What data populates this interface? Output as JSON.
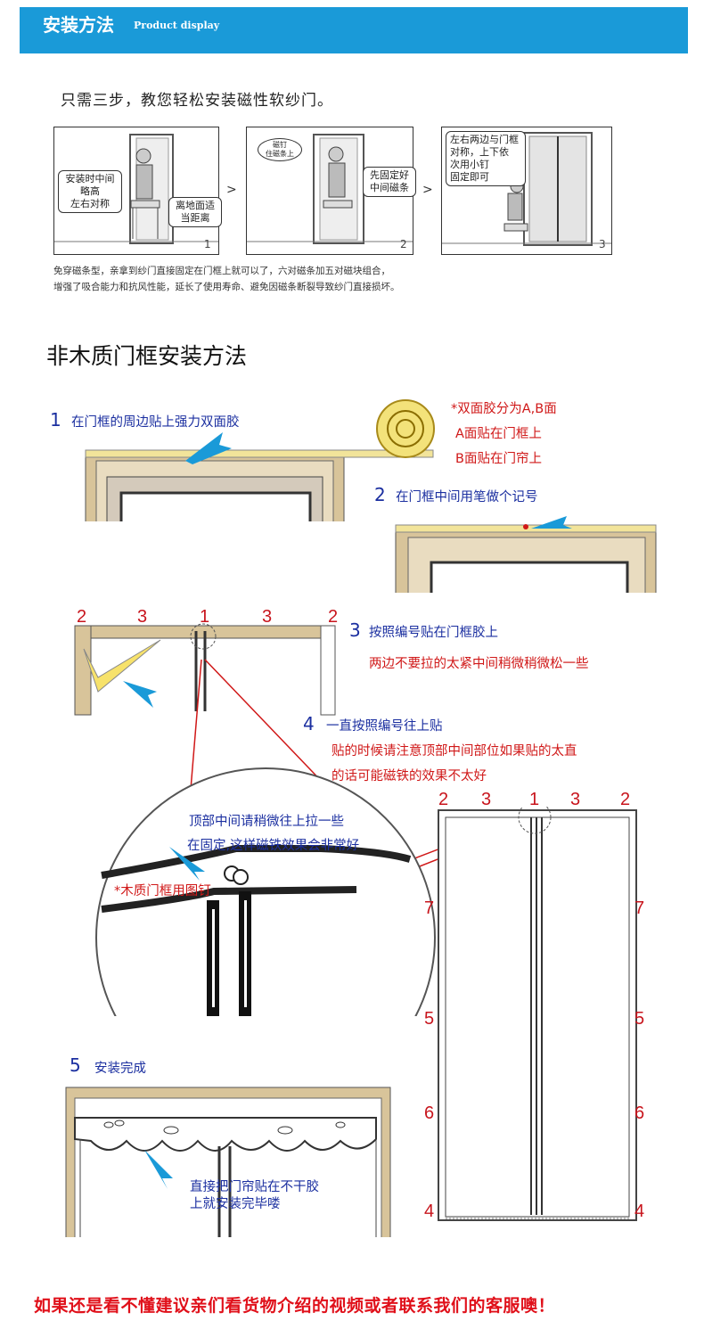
{
  "header": {
    "title": "安装方法",
    "subtitle": "Product display"
  },
  "intro": "只需三步，教您轻松安装磁性软纱门。",
  "panels": [
    {
      "bubbles": [
        "安装时中间\n略高\n左右对称",
        "离地面适\n当距离"
      ],
      "number": "1"
    },
    {
      "bubbles": [
        "先固定好\n中间磁条"
      ],
      "sign": "磁钉\n住磁条上",
      "number": "2"
    },
    {
      "bubbles": [
        "左右两边与门框\n对称，上下依\n次用小钉\n固定即可"
      ],
      "number": "3"
    }
  ],
  "arrow_glyph": ">",
  "note": {
    "line1": "免穿磁条型，亲拿到纱门直接固定在门框上就可以了，六对磁条加五对磁块组合，",
    "line2": "增强了吸合能力和抗风性能，延长了使用寿命、避免因磁条断裂导致纱门直接损坏。"
  },
  "section_title": "非木质门框安装方法",
  "step1": {
    "num": "1",
    "text": "在门框的周边贴上强力双面胶"
  },
  "tape_note": [
    "*双面胶分为A,B面",
    "A面贴在门框上",
    "B面贴在门帘上"
  ],
  "step2": {
    "num": "2",
    "text": "在门框中间用笔做个记号"
  },
  "step3": {
    "num": "3",
    "text": "按照编号贴在门框胶上",
    "red": "两边不要拉的太紧中间稍微稍微松一些"
  },
  "step4": {
    "num": "4",
    "text": "一直按照编号往上贴",
    "red1": "贴的时候请注意顶部中间部位如果贴的太直",
    "red2": "的话可能磁铁的效果不太好"
  },
  "top_labels": [
    "2",
    "3",
    "1",
    "3",
    "2"
  ],
  "door_labels": {
    "top": [
      "2",
      "3",
      "1",
      "3",
      "2"
    ],
    "side": [
      "7",
      "5",
      "6",
      "4"
    ]
  },
  "zoom": {
    "text1": "顶部中间请稍微往上拉一些",
    "text2": "在固定,这样磁铁效果会非常好",
    "wood_note": "*木质门框用图钉"
  },
  "step5": {
    "num": "5",
    "text": "安装完成",
    "desc1": "直接把门帘贴在不干胶",
    "desc2": "上就安装完毕喽"
  },
  "footer": "如果还是看不懂建议亲们看货物介绍的视频或者联系我们的客服噢！"
}
